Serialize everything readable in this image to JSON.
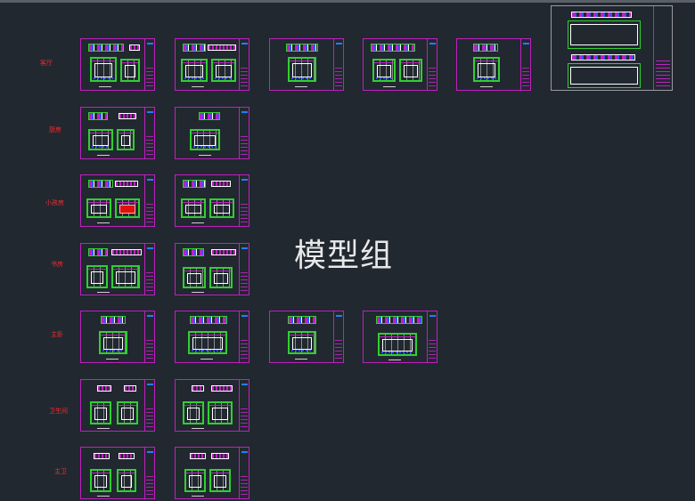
{
  "watermark": "模型组",
  "rows": [
    {
      "label": "客厅"
    },
    {
      "label": "厨房"
    },
    {
      "label": "小孩房"
    },
    {
      "label": "书房"
    },
    {
      "label": "主卧"
    },
    {
      "label": "卫生间"
    },
    {
      "label": "主卫"
    }
  ],
  "colors": {
    "background": "#212830",
    "sheet_border": "#c020c0",
    "wall_lines": "#2fd030",
    "label": "#ff2a2a",
    "watermark": "#e8e8e8"
  },
  "icons": [
    "drawing-sheet-icon"
  ]
}
